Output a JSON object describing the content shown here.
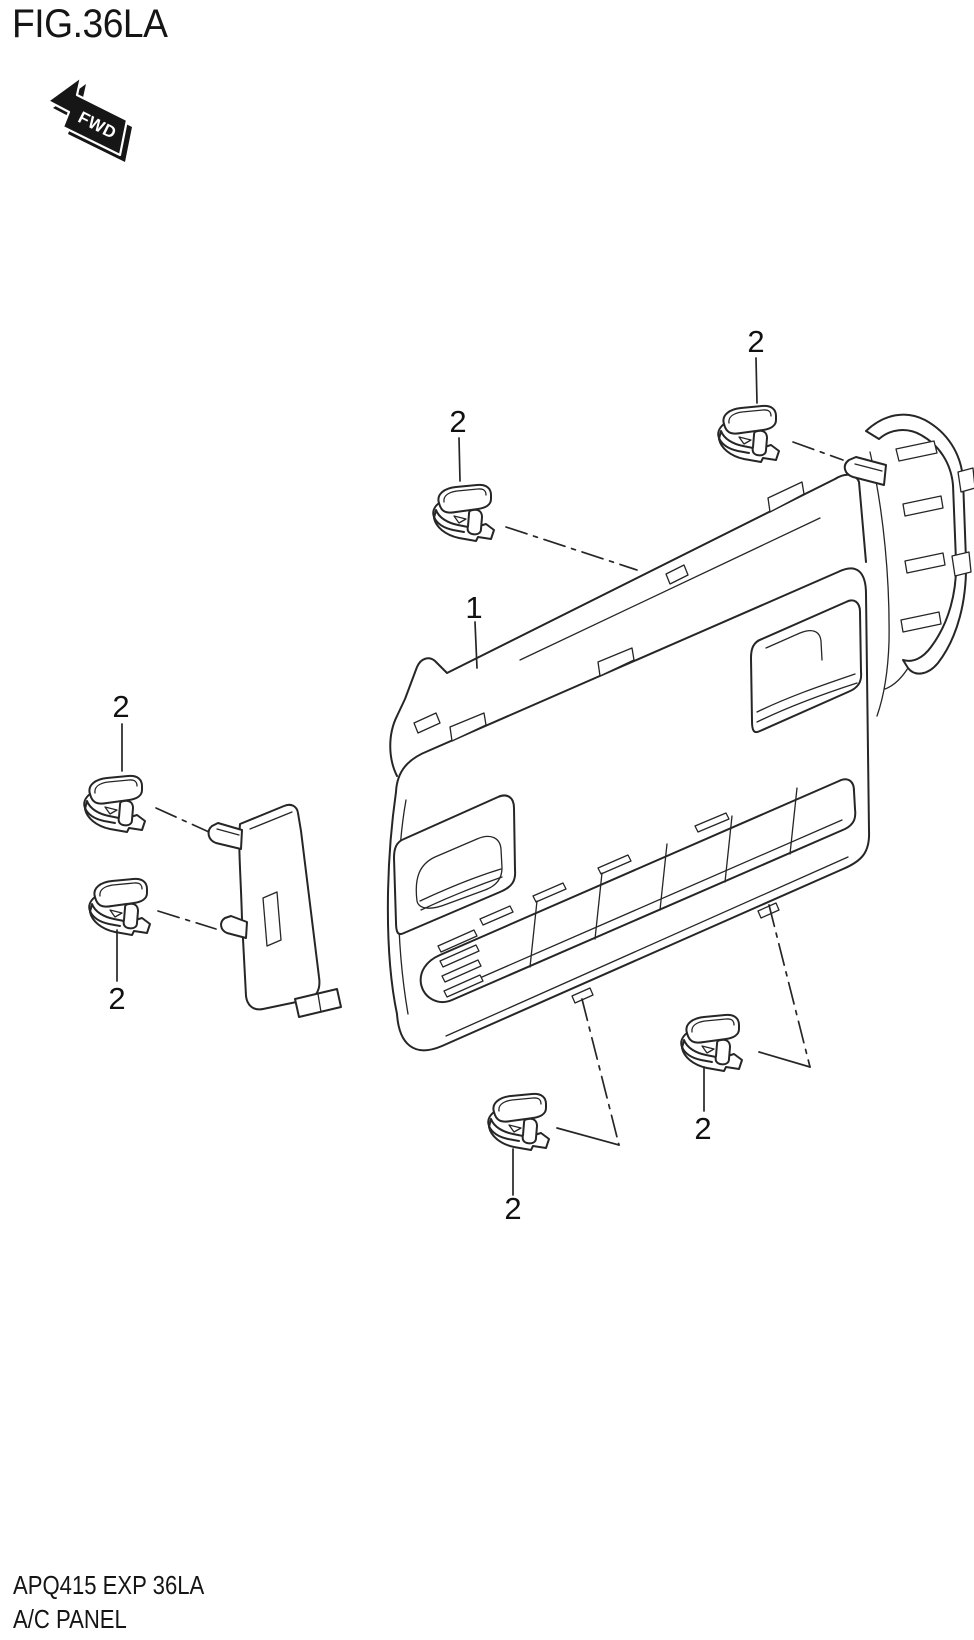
{
  "figure": {
    "title": "FIG.36LA",
    "direction_indicator": "FWD",
    "part_code_line": "APQ415 EXP 36LA",
    "part_name_line": "A/C PANEL"
  },
  "diagram": {
    "type": "exploded-parts-illustration",
    "subject": "A/C panel with mounting clips",
    "parts": [
      {
        "callout": "1",
        "description": "A/C panel assembly",
        "occurrences": 1
      },
      {
        "callout": "2",
        "description": "Mounting clip",
        "occurrences": 6
      }
    ],
    "callouts": [
      {
        "id": "panel",
        "text": "1"
      },
      {
        "id": "clip-top-right",
        "text": "2"
      },
      {
        "id": "clip-upper-middle",
        "text": "2"
      },
      {
        "id": "clip-left-upper",
        "text": "2"
      },
      {
        "id": "clip-left-lower",
        "text": "2"
      },
      {
        "id": "clip-bottom-middle",
        "text": "2"
      },
      {
        "id": "clip-bottom-right",
        "text": "2"
      }
    ]
  },
  "colors": {
    "background": "#ffffff",
    "line_art": "#262626",
    "text": "#111111"
  }
}
